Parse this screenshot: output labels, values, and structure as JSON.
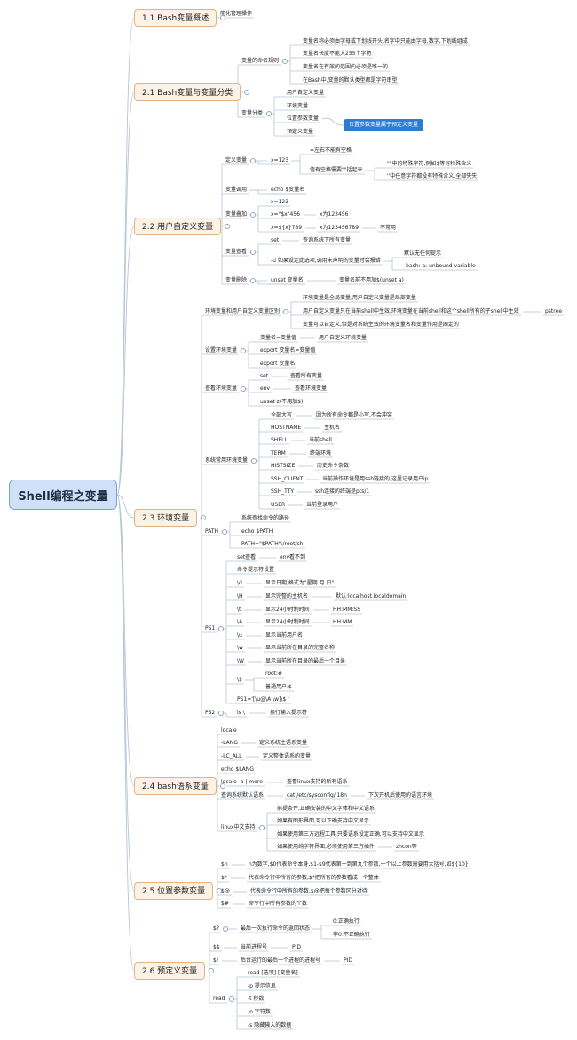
{
  "root": "Shell编程之变量",
  "nodes": [
    {
      "id": "s1",
      "text": "1.1 Bash变量概述"
    },
    {
      "id": "s1a",
      "text": "简化管理操作"
    },
    {
      "id": "s2",
      "text": "2.1 Bash变量与变量分类"
    },
    {
      "id": "s2a",
      "text": "变量的命名规则"
    },
    {
      "id": "s2a1",
      "text": "变量名称必须由字母或下划线开头,名字中只能由字母,数字,下划线组成"
    },
    {
      "id": "s2a2",
      "text": "变量名长度不能大255个字符"
    },
    {
      "id": "s2a3",
      "text": "变量名在有效的范围内必须是唯一的"
    },
    {
      "id": "s2a4",
      "text": "在Bash中,变量的默认类型都是字符串型"
    },
    {
      "id": "s2b",
      "text": "变量分类"
    },
    {
      "id": "s2b1",
      "text": "用户自定义变量"
    },
    {
      "id": "s2b2",
      "text": "环境变量"
    },
    {
      "id": "s2b3",
      "text": "位置参数变量"
    },
    {
      "id": "s2b4",
      "text": "预定义变量"
    },
    {
      "id": "s2tag",
      "text": "位置参数变量属于预定义变量"
    },
    {
      "id": "s3",
      "text": "2.2 用户自定义变量"
    },
    {
      "id": "s3a",
      "text": "定义变量"
    },
    {
      "id": "s3a1",
      "text": "x=123"
    },
    {
      "id": "s3a11",
      "text": "=左右不能有空格"
    },
    {
      "id": "s3a12",
      "text": "值有空格需要\"\"括起来"
    },
    {
      "id": "s3a121",
      "text": "\"\"中的特殊字符,例如$等有特殊含义"
    },
    {
      "id": "s3a122",
      "text": "''中任意字符都没有特殊含义,全部失失"
    },
    {
      "id": "s3b",
      "text": "变量调用"
    },
    {
      "id": "s3b1",
      "text": "echo $变量名"
    },
    {
      "id": "s3c",
      "text": "变量叠加"
    },
    {
      "id": "s3c1",
      "text": "x=123"
    },
    {
      "id": "s3c2",
      "text": "x=\"$x\"456"
    },
    {
      "id": "s3c2a",
      "text": "x为123456"
    },
    {
      "id": "s3c3",
      "text": "x=${x}789"
    },
    {
      "id": "s3c3a",
      "text": "x为123456789"
    },
    {
      "id": "s3c3b",
      "text": "不常用"
    },
    {
      "id": "s3d",
      "text": "变量查看"
    },
    {
      "id": "s3d1",
      "text": "set"
    },
    {
      "id": "s3d1a",
      "text": "查询系统下所有变量"
    },
    {
      "id": "s3d2",
      "text": "-u 如果设定此选项,调用未声明的变量时会报错"
    },
    {
      "id": "s3d2a",
      "text": "默认无任何提示"
    },
    {
      "id": "s3d2b",
      "text": "-bash: a: unbound variable"
    },
    {
      "id": "s3e",
      "text": "变量删除"
    },
    {
      "id": "s3e1",
      "text": "unset 变量名"
    },
    {
      "id": "s3e1a",
      "text": "变量名前不用加$(unset a)"
    },
    {
      "id": "s4",
      "text": "2.3 环境变量"
    },
    {
      "id": "s4a",
      "text": "环境变量和用户自定义变量区别"
    },
    {
      "id": "s4a1",
      "text": "环境变量是全局变量,用户自定义变量是局部变量"
    },
    {
      "id": "s4a2",
      "text": "用户自定义变量只在当前shell中生效,环境变量在当前shell和这个shell所有的子shell中生效"
    },
    {
      "id": "s4a2x",
      "text": "pstree"
    },
    {
      "id": "s4a3",
      "text": "变量可以自定义,但是对系统生效的环境变量名和变量作用是固定的"
    },
    {
      "id": "s4b",
      "text": "设置环境变量"
    },
    {
      "id": "s4b1",
      "text": "变量名=变量值"
    },
    {
      "id": "s4b1a",
      "text": "用户自定义环境变量"
    },
    {
      "id": "s4b2",
      "text": "export 变量名=变量值"
    },
    {
      "id": "s4b3",
      "text": "export 变量名"
    },
    {
      "id": "s4c",
      "text": "查看环境变量"
    },
    {
      "id": "s4c1",
      "text": "set"
    },
    {
      "id": "s4c1a",
      "text": "查看所有变量"
    },
    {
      "id": "s4c2",
      "text": "env"
    },
    {
      "id": "s4c2a",
      "text": "查看环境变量"
    },
    {
      "id": "s4c3",
      "text": "unset z(不用加$)"
    },
    {
      "id": "s4d",
      "text": "系统常用环境变量"
    },
    {
      "id": "s4d0",
      "text": "全部大写"
    },
    {
      "id": "s4d0a",
      "text": "因为所有命令都是小写,不会冲突"
    },
    {
      "id": "s4d1",
      "text": "HOSTNAME"
    },
    {
      "id": "s4d1a",
      "text": "主机名"
    },
    {
      "id": "s4d2",
      "text": "SHELL"
    },
    {
      "id": "s4d2a",
      "text": "当前shell"
    },
    {
      "id": "s4d3",
      "text": "TERM"
    },
    {
      "id": "s4d3a",
      "text": "终端环境"
    },
    {
      "id": "s4d4",
      "text": "HISTSIZE"
    },
    {
      "id": "s4d4a",
      "text": "历史命令条数"
    },
    {
      "id": "s4d5",
      "text": "SSH_CLIENT"
    },
    {
      "id": "s4d5a",
      "text": "当前操作环境是用ssh链接的,这里记录用户ip"
    },
    {
      "id": "s4d6",
      "text": "SSH_TTY"
    },
    {
      "id": "s4d6a",
      "text": "ssh连接的终端是pts/1"
    },
    {
      "id": "s4d7",
      "text": "USER"
    },
    {
      "id": "s4d7a",
      "text": "当前登录用户"
    },
    {
      "id": "s4e",
      "text": "PATH"
    },
    {
      "id": "s4e1",
      "text": "系统查找命令的路径"
    },
    {
      "id": "s4e2",
      "text": "echo $PATH"
    },
    {
      "id": "s4e3",
      "text": "PATH=\"$PATH\":/root/sh"
    },
    {
      "id": "s4f",
      "text": "PS1"
    },
    {
      "id": "s4f0",
      "text": "set查看"
    },
    {
      "id": "s4f0a",
      "text": "env看不到"
    },
    {
      "id": "s4f1",
      "text": "命令提示符设置"
    },
    {
      "id": "s4f2",
      "text": "\\d"
    },
    {
      "id": "s4f2a",
      "text": "显示日期,格式为\"星期 月 日\""
    },
    {
      "id": "s4f3",
      "text": "\\H"
    },
    {
      "id": "s4f3a",
      "text": "显示完整的主机名"
    },
    {
      "id": "s4f3b",
      "text": "默认:localhost.localdomain"
    },
    {
      "id": "s4f4",
      "text": "\\t"
    },
    {
      "id": "s4f4a",
      "text": "显示24小时制时间"
    },
    {
      "id": "s4f4b",
      "text": "HH:MM:SS"
    },
    {
      "id": "s4f5",
      "text": "\\A"
    },
    {
      "id": "s4f5a",
      "text": "显示24小时制时间"
    },
    {
      "id": "s4f5b",
      "text": "HH:MM"
    },
    {
      "id": "s4f6",
      "text": "\\u"
    },
    {
      "id": "s4f6a",
      "text": "显示当前用户名"
    },
    {
      "id": "s4f7",
      "text": "\\w"
    },
    {
      "id": "s4f7a",
      "text": "显示当前所在目录的完整名称"
    },
    {
      "id": "s4f8",
      "text": "\\W"
    },
    {
      "id": "s4f8a",
      "text": "显示当前所在目录的最后一个目录"
    },
    {
      "id": "s4f9",
      "text": "\\$"
    },
    {
      "id": "s4f9a",
      "text": "root:#"
    },
    {
      "id": "s4f9b",
      "text": "普通用户:$"
    },
    {
      "id": "s4f10",
      "text": "PS1='[\\u@\\A \\w]\\$ '"
    },
    {
      "id": "s4g",
      "text": "PS2"
    },
    {
      "id": "s4g1",
      "text": "ls \\"
    },
    {
      "id": "s4g1a",
      "text": "换行输入提示符"
    },
    {
      "id": "s5",
      "text": "2.4 bash语系变量"
    },
    {
      "id": "s5a",
      "text": "locale"
    },
    {
      "id": "s5b",
      "text": "-LANG"
    },
    {
      "id": "s5ba",
      "text": "定义系统主语系变量"
    },
    {
      "id": "s5c",
      "text": "-LC_ALL"
    },
    {
      "id": "s5ca",
      "text": "定义整体语系的变量"
    },
    {
      "id": "s5d",
      "text": "echo $LANG"
    },
    {
      "id": "s5e",
      "text": "locale -a | more"
    },
    {
      "id": "s5ea",
      "text": "查看linux支持的所有语系"
    },
    {
      "id": "s5f",
      "text": "查询系统默认语系"
    },
    {
      "id": "s5fa",
      "text": "cat /etc/sysconfig/i18n"
    },
    {
      "id": "s5fb",
      "text": "下次开机后使用的语言环境"
    },
    {
      "id": "s5g",
      "text": "linux中文支持"
    },
    {
      "id": "s5g1",
      "text": "前提条件,正确安装的中文字体和中文语系"
    },
    {
      "id": "s5g2",
      "text": "如果有图形界面,可以正确支持中文显示"
    },
    {
      "id": "s5g3",
      "text": "如果使用第三方远程工具,只要语系设定正确,可以支持中文显示"
    },
    {
      "id": "s5g4",
      "text": "如果使用纯字符界面,必须使用第三方插件"
    },
    {
      "id": "s5g4a",
      "text": "zhcon等"
    },
    {
      "id": "s6",
      "text": "2.5 位置参数变量"
    },
    {
      "id": "s6a",
      "text": "$n"
    },
    {
      "id": "s6aa",
      "text": "n为数字,$0代表命令本身,$1-$9代表第一到第九个参数,十个以上参数需要用大括号,如${10}"
    },
    {
      "id": "s6b",
      "text": "$*"
    },
    {
      "id": "s6ba",
      "text": "代表命令行中所有的参数,$*把所有的参数看成一个整体"
    },
    {
      "id": "s6c",
      "text": "$@"
    },
    {
      "id": "s6ca",
      "text": "代表命令行中所有的参数,$@把每个参数区分对待"
    },
    {
      "id": "s6d",
      "text": "$#"
    },
    {
      "id": "s6da",
      "text": "命令行中所有参数的个数"
    },
    {
      "id": "s7",
      "text": "2.6 预定义变量"
    },
    {
      "id": "s7a",
      "text": "$?"
    },
    {
      "id": "s7aa",
      "text": "最后一次执行命令的返回状态"
    },
    {
      "id": "s7aa1",
      "text": "0:正确执行"
    },
    {
      "id": "s7aa2",
      "text": "非0:不正确执行"
    },
    {
      "id": "s7b",
      "text": "$$"
    },
    {
      "id": "s7ba",
      "text": "当前进程号"
    },
    {
      "id": "s7bb",
      "text": "PID"
    },
    {
      "id": "s7c",
      "text": "$!"
    },
    {
      "id": "s7ca",
      "text": "后台运行的最后一个进程的进程号"
    },
    {
      "id": "s7cb",
      "text": "PID"
    },
    {
      "id": "s7d",
      "text": "read"
    },
    {
      "id": "s7d1",
      "text": "read [选项] [变量名]"
    },
    {
      "id": "s7d2",
      "text": "-p 提示信息"
    },
    {
      "id": "s7d3",
      "text": "-t 秒数"
    },
    {
      "id": "s7d4",
      "text": "-n 字符数"
    },
    {
      "id": "s7d5",
      "text": "-s 隐藏输入的数据"
    }
  ],
  "colors": {
    "wire": "#b8c4d6",
    "root_fill": "#cfe0f7",
    "section_fill": "#fdf2e6",
    "section_border": "#e0b483",
    "tag_fill": "#2e7bd4"
  }
}
